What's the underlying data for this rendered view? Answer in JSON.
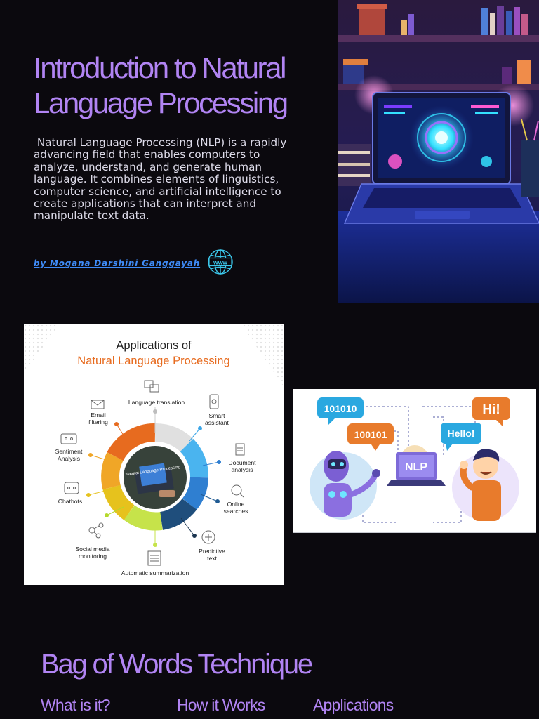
{
  "header": {
    "title": "Introduction to Natural Language Processing",
    "intro": " Natural Language Processing (NLP) is a rapidly advancing field that enables computers to analyze, understand, and generate human language. It combines elements of linguistics, computer science, and artificial intelligence to create applications that can interpret and manipulate text data.",
    "author_link": "by Mogana Darshini Ganggayah",
    "web_icon_text": "www"
  },
  "hero_image": {
    "caption": "",
    "laptop_glow_color": "#34e0ff",
    "accent_color": "#8a3cff"
  },
  "applications_graphic": {
    "heading_line1": "Applications of",
    "heading_line2": "Natural Language Processing",
    "center_book_label": "Natural Language Processing",
    "items": [
      {
        "label": "Language translation",
        "dot_color": "#bdbdbd"
      },
      {
        "label": "Smart assistant",
        "dot_color": "#3aa5e8"
      },
      {
        "label": "Document analysis",
        "dot_color": "#2f7fd1"
      },
      {
        "label": "Online searches",
        "dot_color": "#1f5b93"
      },
      {
        "label": "Predictive text",
        "dot_color": "#1b3550"
      },
      {
        "label": "Automatic summarization",
        "dot_color": "#c6e34a"
      },
      {
        "label": "Social media monitoring",
        "dot_color": "#b5d92c"
      },
      {
        "label": "Chatbots",
        "dot_color": "#e6c21d"
      },
      {
        "label": "Sentiment Analysis",
        "dot_color": "#f0a627"
      },
      {
        "label": "Email filtering",
        "dot_color": "#e76b1f"
      }
    ]
  },
  "nlp_illustration": {
    "bubble_binary_1": "101010",
    "bubble_binary_2": "100101",
    "bubble_hi": "Hi!",
    "bubble_hello": "Hello!",
    "laptop_label": "NLP"
  },
  "section": {
    "title": "Bag of Words Technique",
    "tabs": [
      "What is it?",
      "How it Works",
      "Applications"
    ]
  },
  "colors": {
    "background": "#0b090e",
    "title_purple": "#b184f3",
    "link_blue": "#3f8cf8",
    "body_text": "#dedcea"
  }
}
